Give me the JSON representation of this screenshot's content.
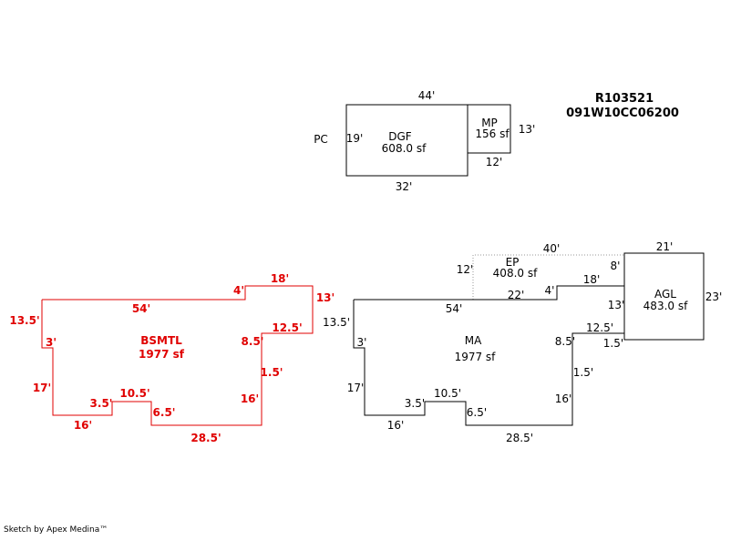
{
  "header": {
    "parcel_id": "R103521",
    "map_id": "091W10CC06200"
  },
  "footer": {
    "credit": "Sketch by Apex Medina™"
  },
  "colors": {
    "line": "#000000",
    "basement": "#e00000",
    "porch_dotted": "#999999"
  },
  "areas": {
    "dgf": {
      "name": "DGF",
      "area": "608.0 sf"
    },
    "mp": {
      "name": "MP",
      "area": "156 sf"
    },
    "pc": {
      "name": "PC"
    },
    "ep": {
      "name": "EP",
      "area": "408.0 sf"
    },
    "agl": {
      "name": "AGL",
      "area": "483.0 sf"
    },
    "ma": {
      "name": "MA",
      "area": "1977 sf"
    },
    "bsmtl": {
      "name": "BSMTL",
      "area": "1977 sf"
    }
  },
  "dimensions": {
    "dgf": {
      "top": "44'",
      "left": "19'",
      "bottom": "32'"
    },
    "mp": {
      "right": "13'",
      "bottom": "12'"
    },
    "ep": {
      "top": "40'",
      "left": "12'",
      "right": "8'"
    },
    "agl": {
      "top": "21'",
      "right": "23'",
      "left_upper": "13'",
      "left_lower": "1.5'"
    },
    "ma": {
      "top": "54'",
      "left": "13.5'",
      "step": "4'",
      "seg18": "18'",
      "seg22": "22'",
      "seg3": "3'",
      "seg17": "17'",
      "seg16b": "16'",
      "seg35": "3.5'",
      "seg105": "10.5'",
      "seg65": "6.5'",
      "seg285": "28.5'",
      "seg16": "16'",
      "seg15": "1.5'",
      "seg85": "8.5'",
      "seg125": "12.5'"
    },
    "bsmtl": {
      "top": "54'",
      "step": "4'",
      "seg18": "18'",
      "seg13": "13'",
      "left": "13.5'",
      "seg3": "3'",
      "seg17": "17'",
      "seg16b": "16'",
      "seg35": "3.5'",
      "seg105": "10.5'",
      "seg65": "6.5'",
      "seg285": "28.5'",
      "seg16": "16'",
      "seg15": "1.5'",
      "seg85": "8.5'",
      "seg125": "12.5'"
    }
  }
}
